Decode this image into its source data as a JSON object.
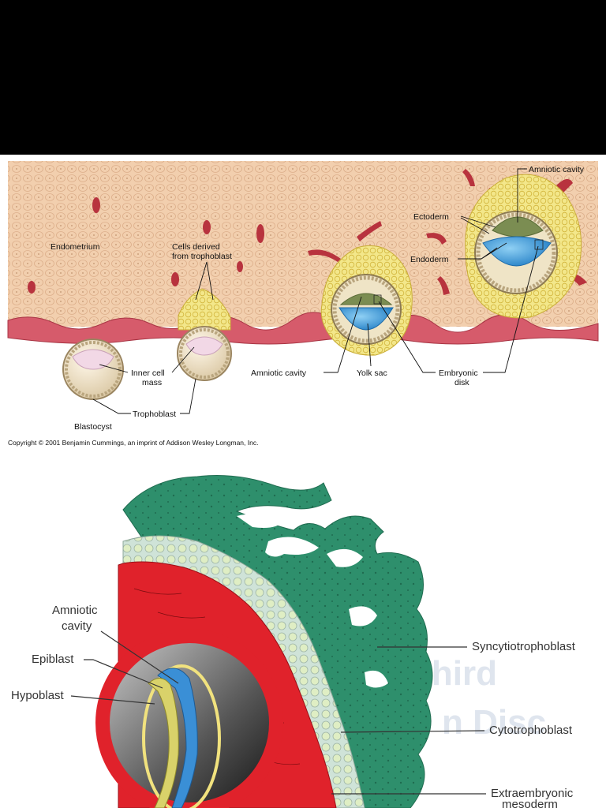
{
  "top_figure": {
    "labels": {
      "endometrium": "Endometrium",
      "cells_derived_1": "Cells derived",
      "cells_derived_2": "from trophoblast",
      "inner_cell_1": "Inner cell",
      "inner_cell_2": "mass",
      "blastocyst": "Blastocyst",
      "trophoblast": "Trophoblast",
      "amniotic_cavity_mid": "Amniotic cavity",
      "yolk_sac": "Yolk sac",
      "embryonic_disk_1": "Embryonic",
      "embryonic_disk_2": "disk",
      "ectoderm": "Ectoderm",
      "endoderm": "Endoderm",
      "amniotic_cavity_top": "Amniotic cavity"
    },
    "copyright": "Copyright © 2001 Benjamin Cummings, an imprint of Addison Wesley Longman, Inc."
  },
  "bottom_figure": {
    "labels": {
      "amniotic_1": "Amniotic",
      "amniotic_2": "cavity",
      "epiblast": "Epiblast",
      "hypoblast": "Hypoblast",
      "syncytiotrophoblast": "Syncytiotrophoblast",
      "cytotrophoblast": "Cytotrophoblast",
      "extraembryonic_1": "Extraembryonic",
      "extraembryonic_2": "mesoderm"
    },
    "background_text": [
      "Third",
      "n Disc"
    ]
  },
  "colors": {
    "endometrium": "#f2cfae",
    "epithelium": "#d65b6b",
    "trophoblast_yellow": "#f1e27e",
    "yolk_blue": "#3aa0dc",
    "syncytio_green": "#2e8f6c",
    "cyto_pale": "#cfe3d8",
    "mesoderm_red": "#e0222b"
  }
}
